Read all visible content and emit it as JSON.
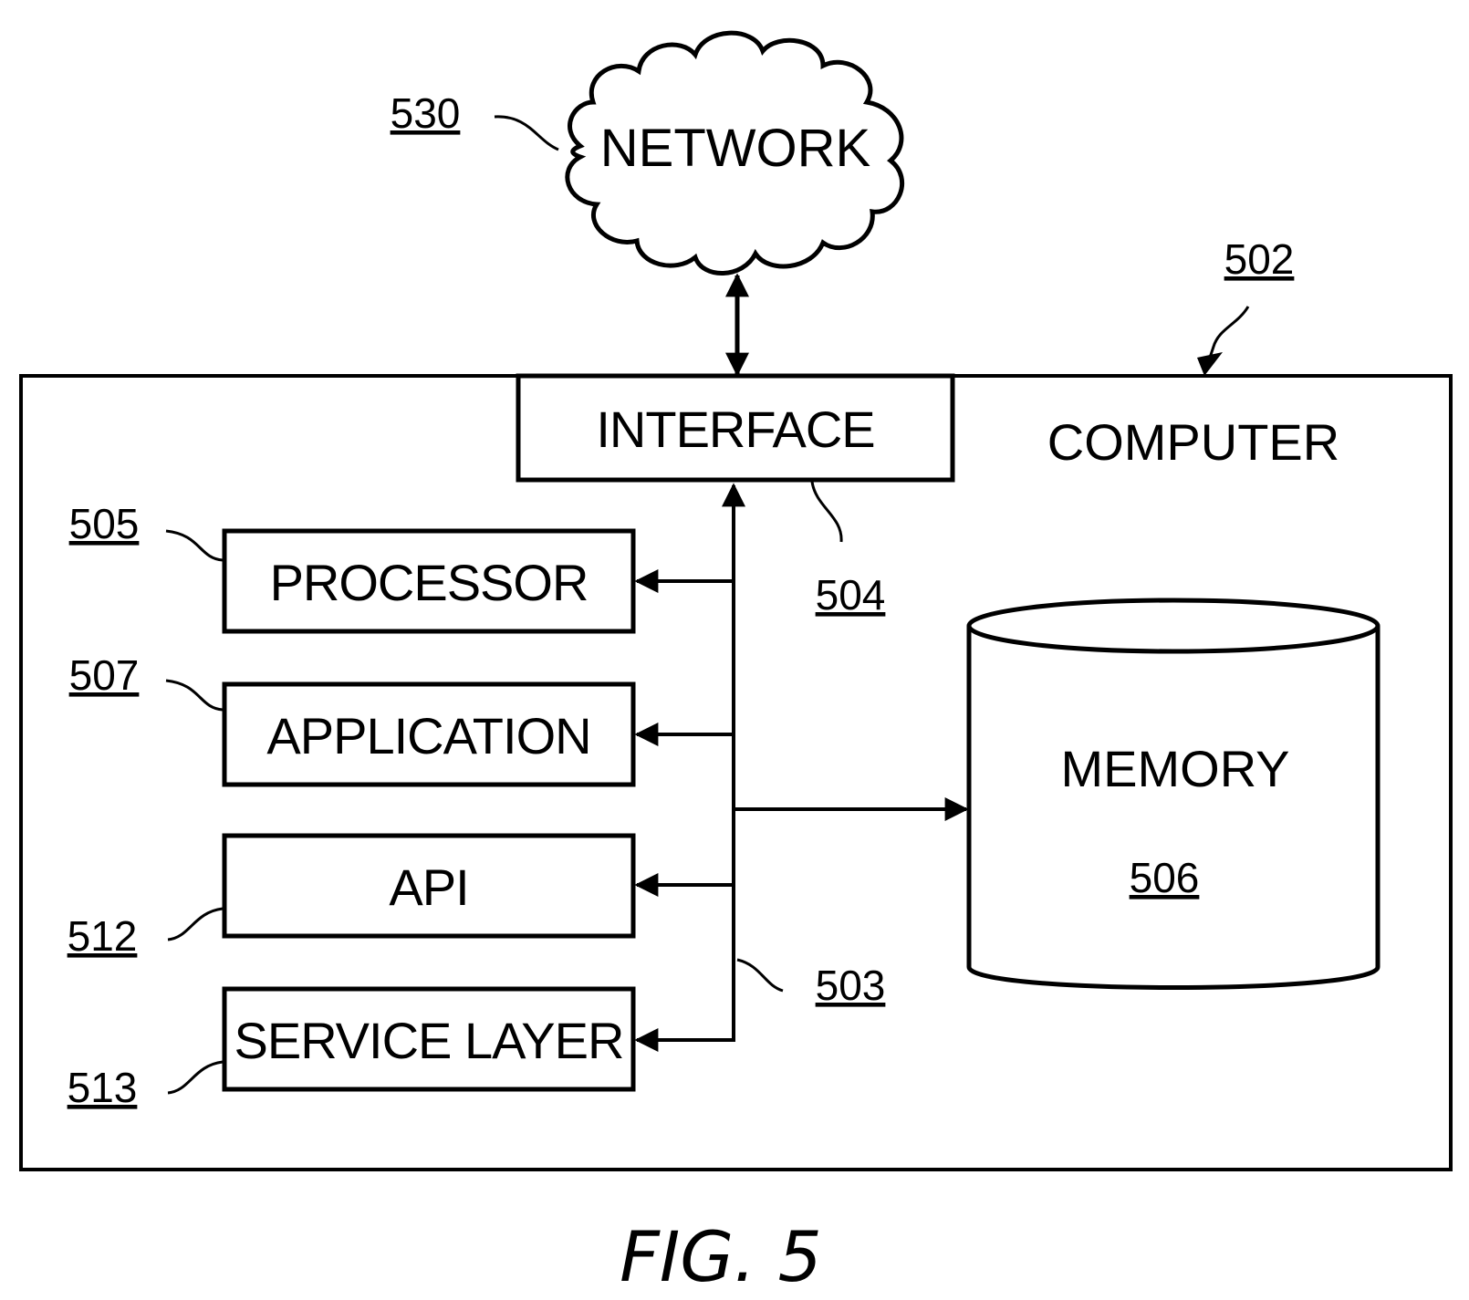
{
  "figure": {
    "caption": "FIG. 5"
  },
  "network": {
    "label": "NETWORK",
    "ref": "530"
  },
  "computer": {
    "label": "COMPUTER",
    "ref": "502"
  },
  "interface": {
    "label": "INTERFACE",
    "ref": "504"
  },
  "bus": {
    "ref": "503"
  },
  "components": [
    {
      "label": "PROCESSOR",
      "ref": "505"
    },
    {
      "label": "APPLICATION",
      "ref": "507"
    },
    {
      "label": "API",
      "ref": "512"
    },
    {
      "label": "SERVICE LAYER",
      "ref": "513"
    }
  ],
  "memory": {
    "label": "MEMORY",
    "ref": "506"
  },
  "connections": [
    {
      "from": "NETWORK",
      "to": "INTERFACE",
      "direction": "bidirectional"
    },
    {
      "from": "bus",
      "to": "INTERFACE",
      "direction": "one-way"
    },
    {
      "from": "bus",
      "to": "PROCESSOR",
      "direction": "one-way"
    },
    {
      "from": "bus",
      "to": "APPLICATION",
      "direction": "one-way"
    },
    {
      "from": "bus",
      "to": "API",
      "direction": "one-way"
    },
    {
      "from": "bus",
      "to": "SERVICE LAYER",
      "direction": "one-way"
    },
    {
      "from": "bus",
      "to": "MEMORY",
      "direction": "one-way"
    }
  ]
}
